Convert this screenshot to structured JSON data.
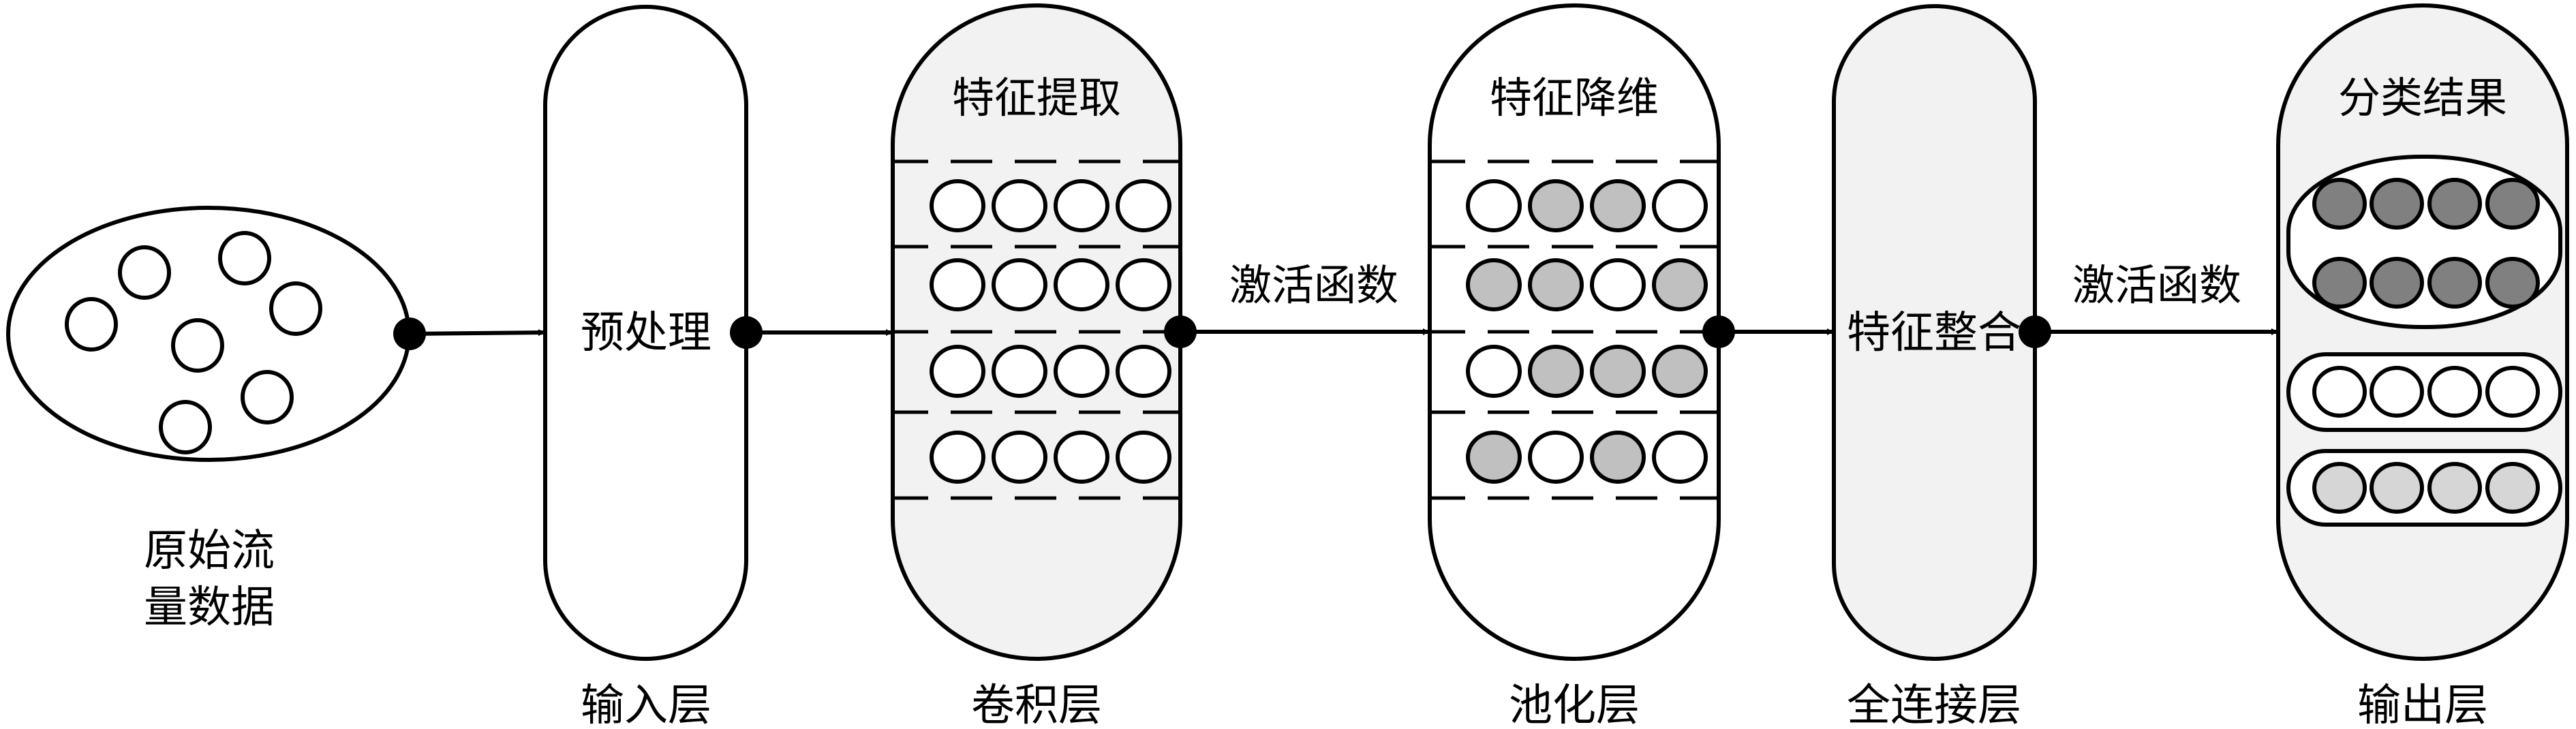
{
  "colors": {
    "stroke": "#000000",
    "capsule_gray": "#f2f2f2",
    "capsule_white": "#ffffff",
    "node_white": "#ffffff",
    "node_pool_gray": "#c0c0c0",
    "node_dark": "#808080",
    "node_light": "#d6d6d6"
  },
  "source": {
    "label_line1": "原始流",
    "label_line2": "量数据",
    "node_count": 7
  },
  "layers": [
    {
      "id": "input",
      "caption": "输入层",
      "inner_text": "预处理",
      "fill": "white"
    },
    {
      "id": "conv",
      "caption": "卷积层",
      "title": "特征提取",
      "fill": "gray",
      "rows": [
        [
          "W",
          "W",
          "W",
          "W"
        ],
        [
          "W",
          "W",
          "W",
          "W"
        ],
        [
          "W",
          "W",
          "W",
          "W"
        ],
        [
          "W",
          "W",
          "W",
          "W"
        ]
      ]
    },
    {
      "id": "pool",
      "caption": "池化层",
      "title": "特征降维",
      "fill": "white",
      "rows": [
        [
          "W",
          "G",
          "G",
          "W"
        ],
        [
          "G",
          "G",
          "W",
          "G"
        ],
        [
          "W",
          "G",
          "G",
          "G"
        ],
        [
          "G",
          "W",
          "G",
          "W"
        ]
      ]
    },
    {
      "id": "fc",
      "caption": "全连接层",
      "inner_text": "特征整合",
      "fill": "gray"
    },
    {
      "id": "output",
      "caption": "输出层",
      "title": "分类结果",
      "fill": "gray",
      "groups": [
        {
          "rows": [
            [
              "D",
              "D",
              "D",
              "D"
            ],
            [
              "D",
              "D",
              "D",
              "D"
            ]
          ]
        },
        {
          "rows": [
            [
              "W",
              "W",
              "W",
              "W"
            ]
          ]
        },
        {
          "rows": [
            [
              "L",
              "L",
              "L",
              "L"
            ]
          ]
        }
      ]
    }
  ],
  "edges": [
    {
      "from": "source",
      "to": "input",
      "label": ""
    },
    {
      "from": "input",
      "to": "conv",
      "label": ""
    },
    {
      "from": "conv",
      "to": "pool",
      "label": "激活函数"
    },
    {
      "from": "pool",
      "to": "fc",
      "label": ""
    },
    {
      "from": "fc",
      "to": "output",
      "label": "激活函数"
    }
  ]
}
